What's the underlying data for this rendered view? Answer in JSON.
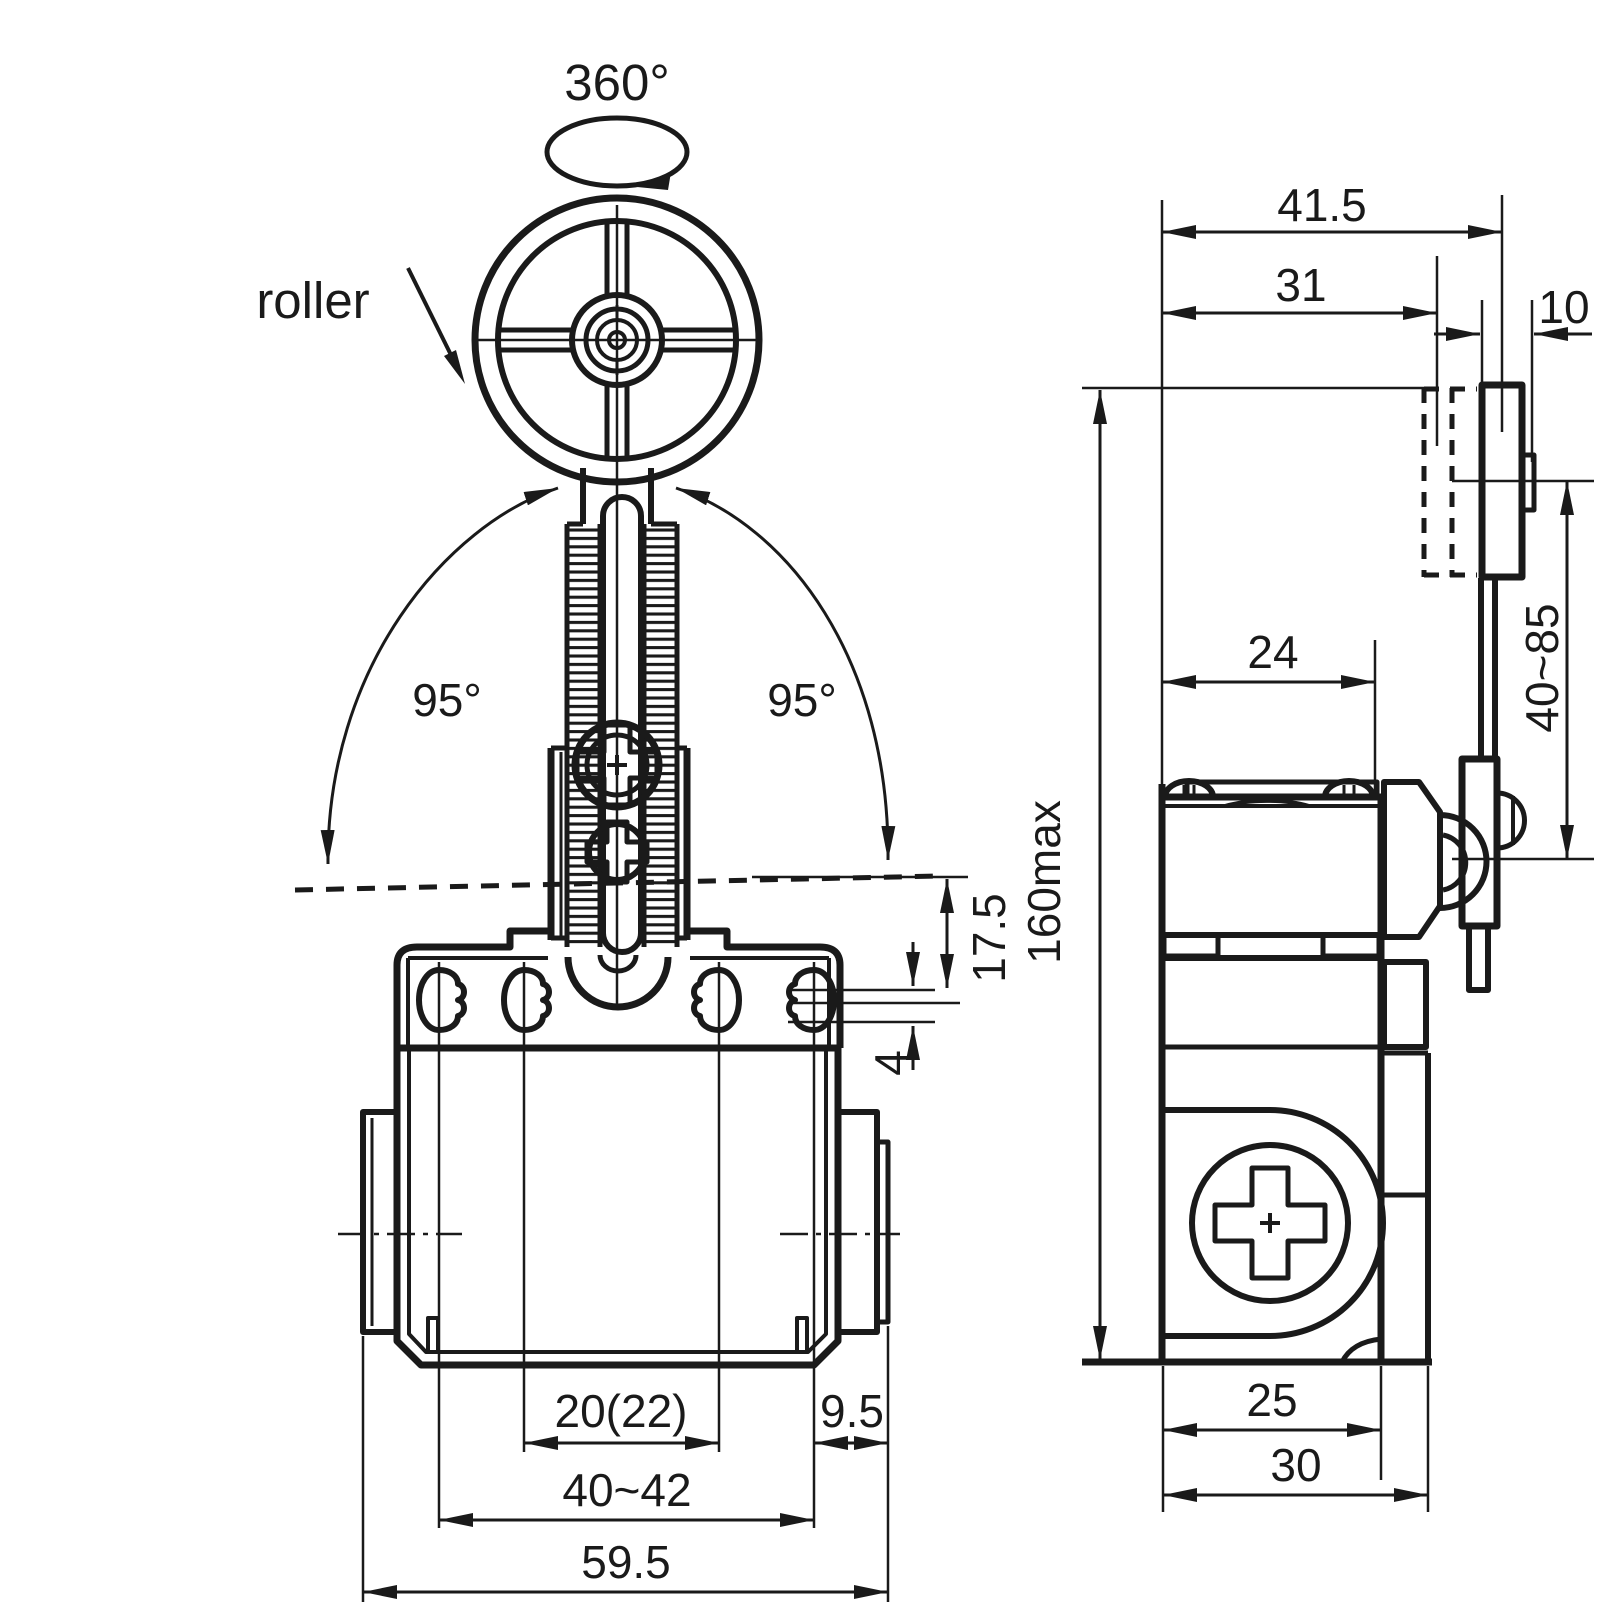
{
  "colors": {
    "line": "#1a1a1a",
    "background": "#ffffff"
  },
  "front_view": {
    "labels": {
      "rotation": "360°",
      "roller": "roller",
      "angle_left": "95°",
      "angle_right": "95°"
    },
    "dimensions": {
      "d17_5": "17.5",
      "d4": "4",
      "d20_22": "20(22)",
      "d9_5": "9.5",
      "d40_42": "40~42",
      "d59_5": "59.5"
    }
  },
  "side_view": {
    "dimensions": {
      "d41_5": "41.5",
      "d31": "31",
      "d10": "10",
      "d24": "24",
      "d40_85": "40~85",
      "d160max": "160max",
      "d25": "25",
      "d30": "30"
    }
  }
}
